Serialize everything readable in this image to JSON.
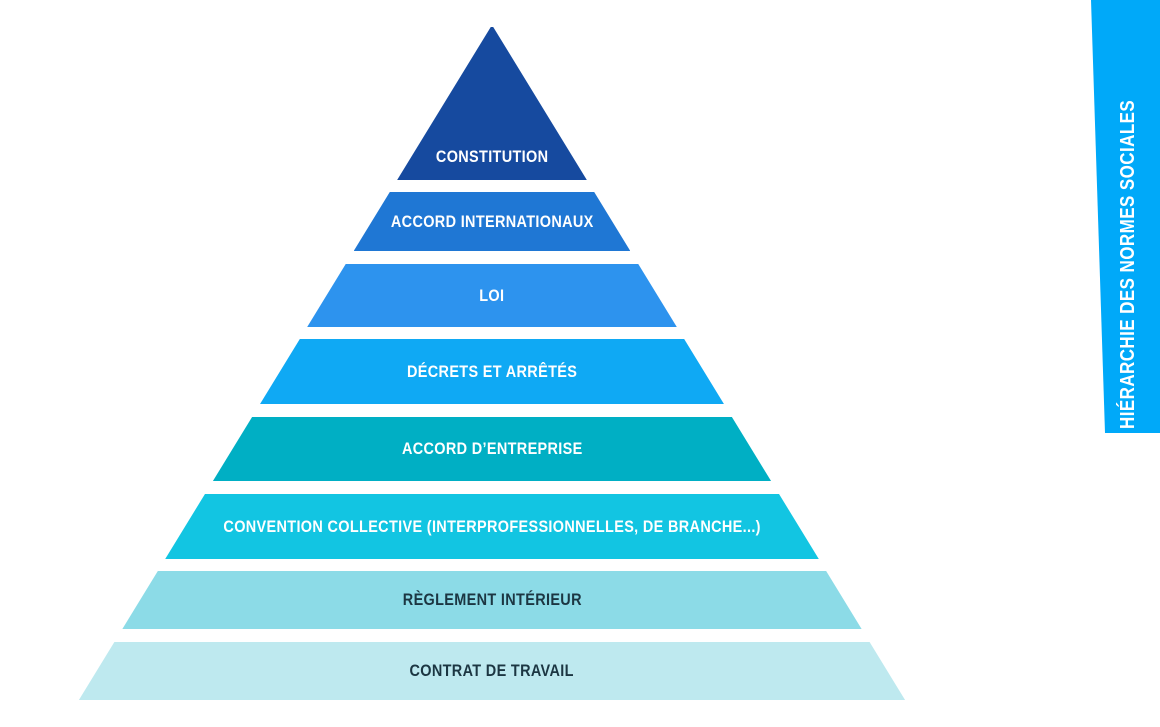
{
  "banner": {
    "label": "HIÉRARCHIE DES NORMES SOCIALES",
    "color": "#00A9F9",
    "text_color": "#FFFFFF"
  },
  "pyramid": {
    "levels": [
      {
        "label": "CONSTITUTION",
        "color": "#164A9F",
        "text_color": "#FFFFFF"
      },
      {
        "label": "ACCORD INTERNATIONAUX",
        "color": "#1F77D4",
        "text_color": "#FFFFFF"
      },
      {
        "label": "LOI",
        "color": "#2D93EE",
        "text_color": "#FFFFFF"
      },
      {
        "label": "DÉCRETS ET ARRÊTÉS",
        "color": "#0FA9F4",
        "text_color": "#FFFFFF"
      },
      {
        "label": "ACCORD D’ENTREPRISE",
        "color": "#00AFC4",
        "text_color": "#FFFFFF"
      },
      {
        "label": "CONVENTION COLLECTIVE (INTERPROFESSIONNELLES, DE BRANCHE...)",
        "color": "#12C5E2",
        "text_color": "#FFFFFF"
      },
      {
        "label": "RÈGLEMENT INTÉRIEUR",
        "color": "#8CDBE7",
        "text_color": "#1C3642"
      },
      {
        "label": "CONTRAT DE TRAVAIL",
        "color": "#BEE9EF",
        "text_color": "#1C3642"
      }
    ]
  }
}
